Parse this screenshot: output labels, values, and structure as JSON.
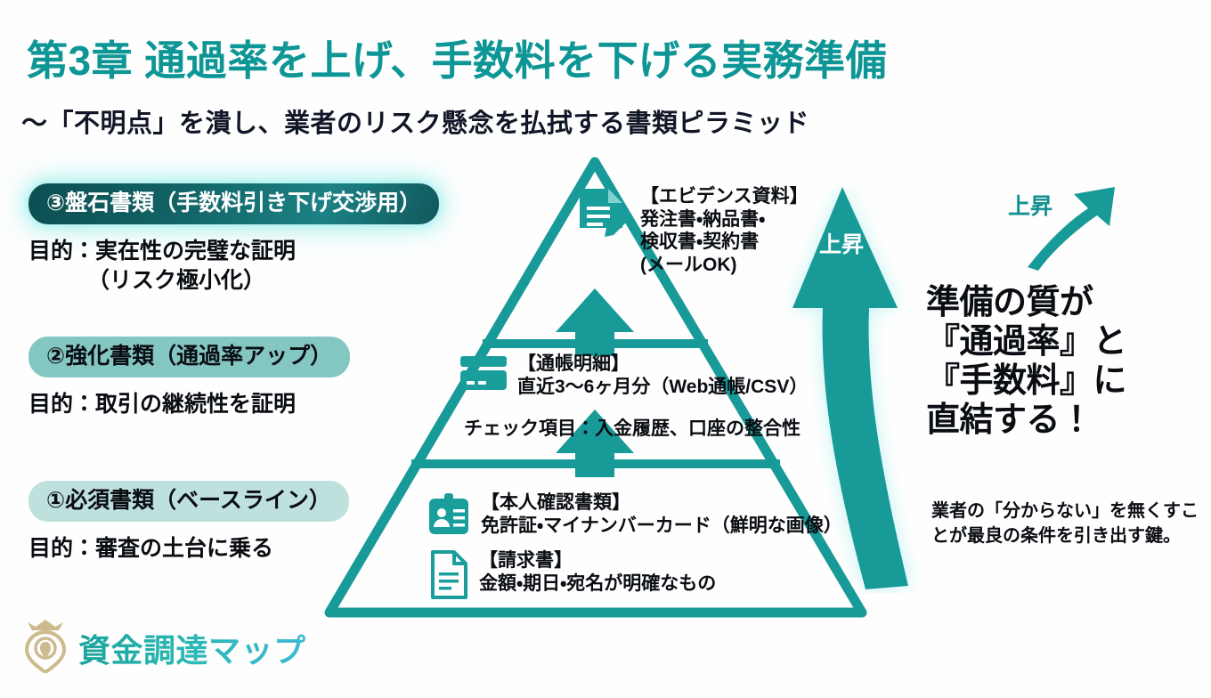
{
  "header": {
    "title": "第3章 通過率を上げ、手数料を下げる実務準備",
    "subtitle": "～「不明点」を潰し、業者のリスク懸念を払拭する書類ピラミッド"
  },
  "colors": {
    "title_teal": "#0e9696",
    "subtitle_navy": "#111726",
    "pyramid_stroke": "#179a98",
    "pill3_dark": "#0c4f52",
    "pill2_mid": "#84c6c2",
    "pill1_light": "#bfe1de",
    "arrow_teal": "#179a98",
    "body_black": "#0a0d12"
  },
  "tiers": [
    {
      "id": "tier-3",
      "pill_label": "③盤石書類（手数料引き下げ交渉用）",
      "purpose_line1": "目的：実在性の完璧な証明",
      "purpose_line2": "（リスク極小化）",
      "content": [
        {
          "icon": "document-pencil-icon",
          "head": "【エビデンス資料】",
          "lines": [
            "発注書・納品書・",
            "検収書・契約書",
            "(メールOK)"
          ]
        }
      ]
    },
    {
      "id": "tier-2",
      "pill_label": "②強化書類（通過率アップ）",
      "purpose_line1": "目的：取引の継続性を証明",
      "purpose_line2": "",
      "content": [
        {
          "icon": "credit-card-icon",
          "head": "【通帳明細】",
          "lines": [
            "直近3〜6ヶ月分（Web通帳/CSV）"
          ]
        }
      ],
      "check_note": "チェック項目：入金履歴、口座の整合性"
    },
    {
      "id": "tier-1",
      "pill_label": "①必須書類（ベースライン）",
      "purpose_line1": "目的：審査の土台に乗る",
      "purpose_line2": "",
      "content": [
        {
          "icon": "id-card-icon",
          "head": "【本人確認書類】",
          "lines": [
            "免許証・マイナンバーカード（鮮明な画像）"
          ]
        },
        {
          "icon": "invoice-document-icon",
          "head": "【請求書】",
          "lines": [
            "金額・期日・宛名が明確なもの"
          ]
        }
      ]
    }
  ],
  "arrows": {
    "big_rise_label": "上昇",
    "small_rise_label": "上昇"
  },
  "right": {
    "headline_l1": "準備の質が",
    "headline_l2": "『通過率』と",
    "headline_l3": "『手数料』に",
    "headline_l4": "直結する！",
    "note": "業者の「分からない」を無くすことが最良の条件を引き出す鍵。"
  },
  "logo": {
    "text": "資金調達マップ",
    "icon": "crowned-map-pin-icon"
  }
}
